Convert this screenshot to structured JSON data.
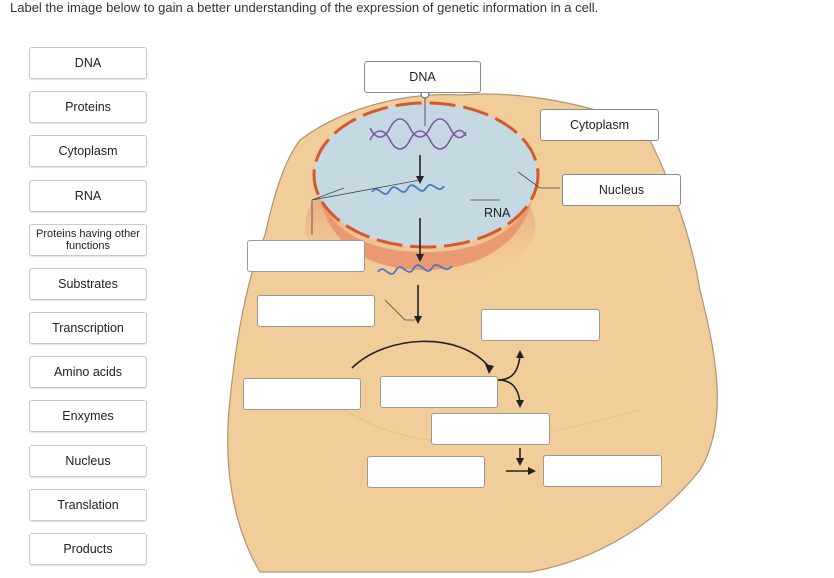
{
  "instruction": "Label the image below to gain a better understanding of the expression of genetic information in a cell.",
  "bank": [
    "DNA",
    "Proteins",
    "Cytoplasm",
    "RNA",
    "Proteins having other functions",
    "Substrates",
    "Transcription",
    "Amino acids",
    "Enxymes",
    "Nucleus",
    "Translation",
    "Products"
  ],
  "diagram": {
    "placed_dna": "DNA",
    "placed_cytoplasm": "Cytoplasm",
    "placed_nucleus": "Nucleus",
    "rna_label": "RNA"
  },
  "colors": {
    "cell_fill": "#f1cd9a",
    "cell_outline": "#b09070",
    "nucleus_fill": "#c4d9e1",
    "nucleus_membrane": "#d9623a",
    "rna_strand": "#4a78c4",
    "dna_strand": "#7a5aa8"
  }
}
